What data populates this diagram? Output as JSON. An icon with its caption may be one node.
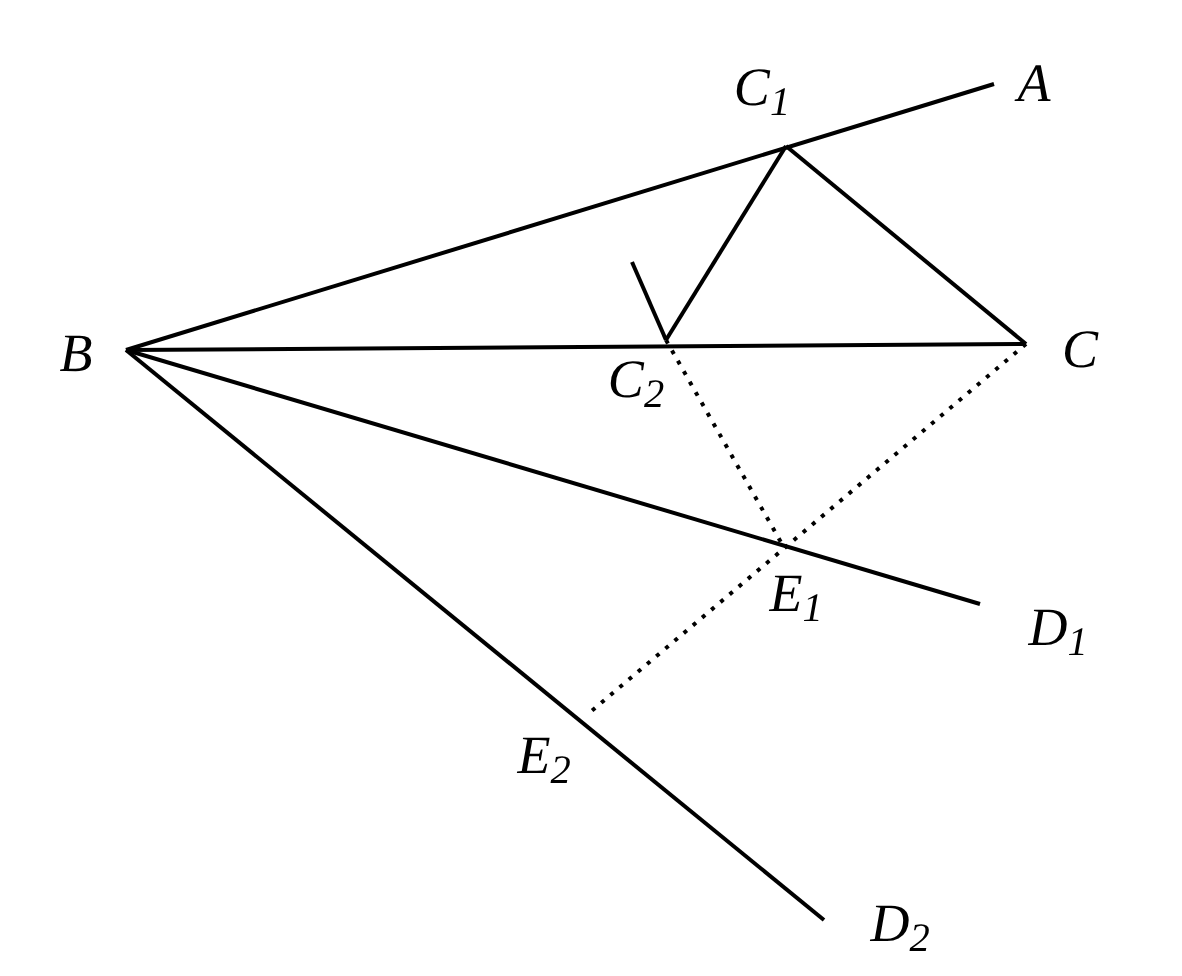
{
  "diagram": {
    "nodes": [
      {
        "text": [
          "C$_{1}$"
        ]
      },
      {
        "text": [
          "A"
        ]
      },
      {
        "text": [
          "B"
        ]
      },
      {
        "text": [
          "C"
        ]
      },
      {
        "text": [
          "C$_{2}$"
        ]
      },
      {
        "text": [
          "E$_{1}$"
        ]
      },
      {
        "text": [
          "D$_{1}$"
        ]
      },
      {
        "text": [
          "E$_{2}$"
        ]
      },
      {
        "text": [
          "D$_{2}$"
        ]
      }
    ],
    "edges": [
      {
        "from": 2,
        "to": 1,
        "arrow": "none"
      },
      {
        "from": 2,
        "to": 3,
        "arrow": "none"
      },
      {
        "from": 2,
        "to": 6,
        "arrow": "none"
      },
      {
        "from": 2,
        "to": 8,
        "arrow": "none"
      },
      {
        "from": 0,
        "to": 3,
        "arrow": "none"
      },
      {
        "from": 0,
        "to": 4,
        "arrow": "none"
      },
      {
        "from": 4,
        "to": 5,
        "arrow": "none",
        "style": "dashed"
      },
      {
        "from": 3,
        "to": 7,
        "arrow": "none",
        "style": "dashed"
      }
    ]
  }
}
